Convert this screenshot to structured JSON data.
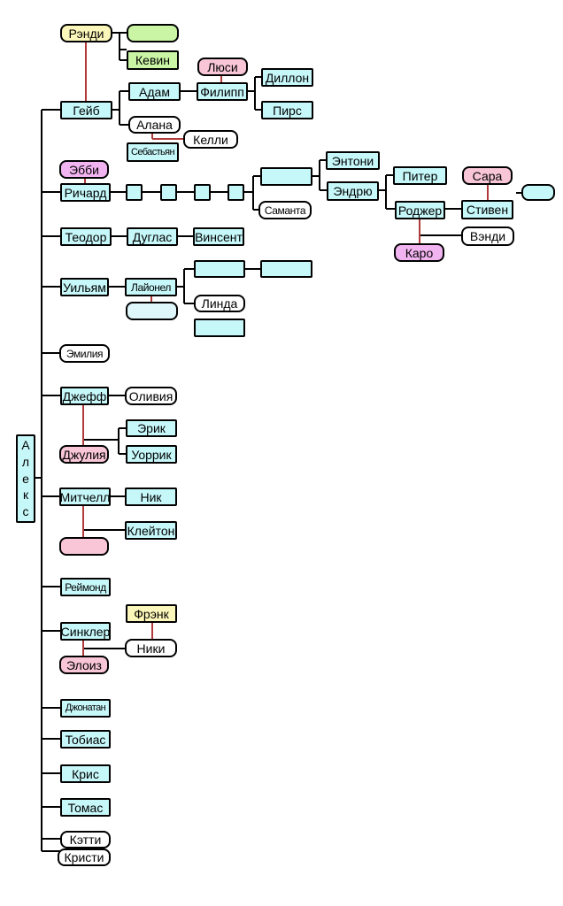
{
  "colors": {
    "line": "#000000",
    "marriage": "#b03a3a",
    "blood_relative": "#c6f7f9",
    "spouse_female": "#f8c6d6",
    "spouse_violet": "#f2b4f0",
    "spouse_yellow": "#fbf6b9",
    "green": "#c9f5a4"
  },
  "root": {
    "letters": [
      "А",
      "л",
      "е",
      "к",
      "с"
    ]
  },
  "nodes": {
    "randy": "Рэнди",
    "green_blank": "",
    "kevin": "Кевин",
    "gabe": "Гейб",
    "adam": "Адам",
    "lucy": "Люси",
    "philip": "Филипп",
    "dillon": "Диллон",
    "pierce": "Пирс",
    "alana": "Алана",
    "kelly": "Келли",
    "sebastian": "Себастьян",
    "abby": "Эбби",
    "richard": "Ричард",
    "r_blank1": "",
    "r_blank2": "",
    "r_blank3": "",
    "r_blank4": "",
    "r_blank5": "",
    "anthony": "Энтони",
    "andrew": "Эндрю",
    "samantha": "Саманта",
    "peter": "Питер",
    "roger": "Роджер",
    "sara": "Сара",
    "steven": "Стивен",
    "steven_child": "",
    "caro": "Каро",
    "wendy": "Вэнди",
    "theodore": "Теодор",
    "douglas": "Дуглас",
    "vincent": "Винсент",
    "william": "Уильям",
    "lionel": "Лайонел",
    "lionel_wife": "",
    "l_blank1": "",
    "l_blank2": "",
    "linda": "Линда",
    "l_blank3": "",
    "emilia": "Эмилия",
    "jeff": "Джефф",
    "olivia": "Оливия",
    "julia": "Джулия",
    "eric": "Эрик",
    "worrick": "Уоррик",
    "mitchell": "Митчелл",
    "mitchell_wife": "",
    "nick": "Ник",
    "clayton": "Клейтон",
    "raymond": "Реймонд",
    "sinclair": "Синклер",
    "eloise": "Элоиз",
    "frank": "Фрэнк",
    "nicky": "Ники",
    "jonathan": "Джонатан",
    "tobias": "Тобиас",
    "chris": "Крис",
    "thomas": "Томас",
    "katie": "Кэтти",
    "kristy": "Кристи"
  }
}
